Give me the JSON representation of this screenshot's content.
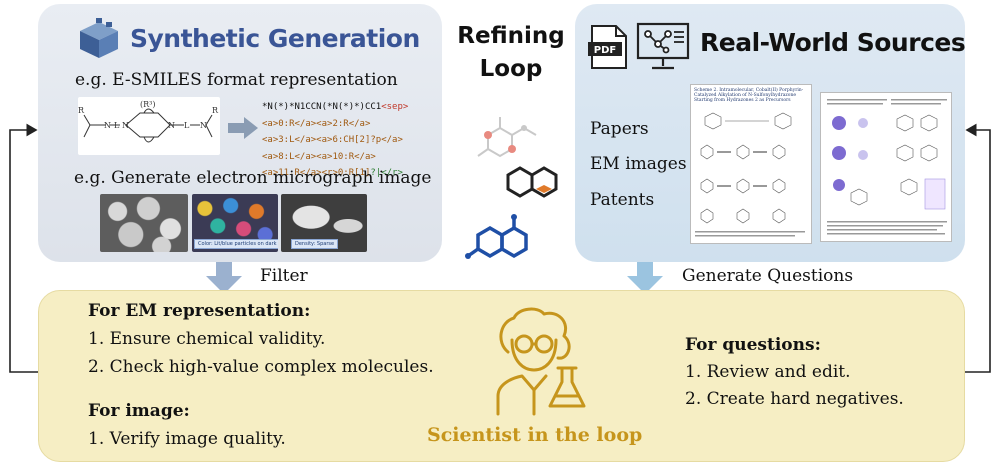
{
  "left_panel": {
    "title": "Synthetic Generation",
    "example_smiles_heading": "e.g. E-SMILES format representation",
    "structure_labels": {
      "r_top": "(R³)",
      "r_right": "R",
      "r_left": "R"
    },
    "smiles_lines": [
      {
        "prefix": "*N(*)*N1CCN(*N(*)*)CC1",
        "tag": "<sep>"
      },
      {
        "prefix": "<a>0:R</a><a>2:R</a>"
      },
      {
        "prefix": "<a>3:L</a><a>6:CH[2]",
        "tag": "?p</a>"
      },
      {
        "prefix": "<a>8:L</a><a>10:R</a>"
      },
      {
        "prefix": "<a>11:R</a><r>0:R[1]",
        "tag": "?|</r>"
      }
    ],
    "example_image_heading": "e.g. Generate electron micrograph image",
    "image_captions": [
      "Color: Lit/blue particles on dark background",
      "Density: Sparse"
    ]
  },
  "center": {
    "title_line1": "Refining",
    "title_line2": "Loop"
  },
  "right_panel": {
    "title": "Real-World Sources",
    "pdf_label": "PDF",
    "sources": [
      "Papers",
      "EM images",
      "Patents"
    ],
    "doc_heading": "Scheme 2. Intramolecular, Cobalt(II) Porphyrin-Catalyzed Alkylation of N-Sulfonylhydrazone Starting from Hydrazones 2 as Precursors"
  },
  "bottom": {
    "filter_label": "Filter",
    "generate_label": "Generate Questions",
    "em_heading": "For EM representation:",
    "em_items": [
      "1. Ensure chemical validity.",
      "2. Check high-value complex molecules."
    ],
    "image_heading": "For image:",
    "image_items": [
      "1. Verify image quality."
    ],
    "scientist_label": "Scientist in the loop",
    "questions_heading": "For questions:",
    "questions_items": [
      "1. Review and edit.",
      "2. Create hard negatives."
    ]
  },
  "colors": {
    "synthetic_title": "#3a5596",
    "scientist_gold": "#c6951c",
    "panel_bottom": "#f6eec4",
    "arrow_blue": "#9bb1cf"
  }
}
